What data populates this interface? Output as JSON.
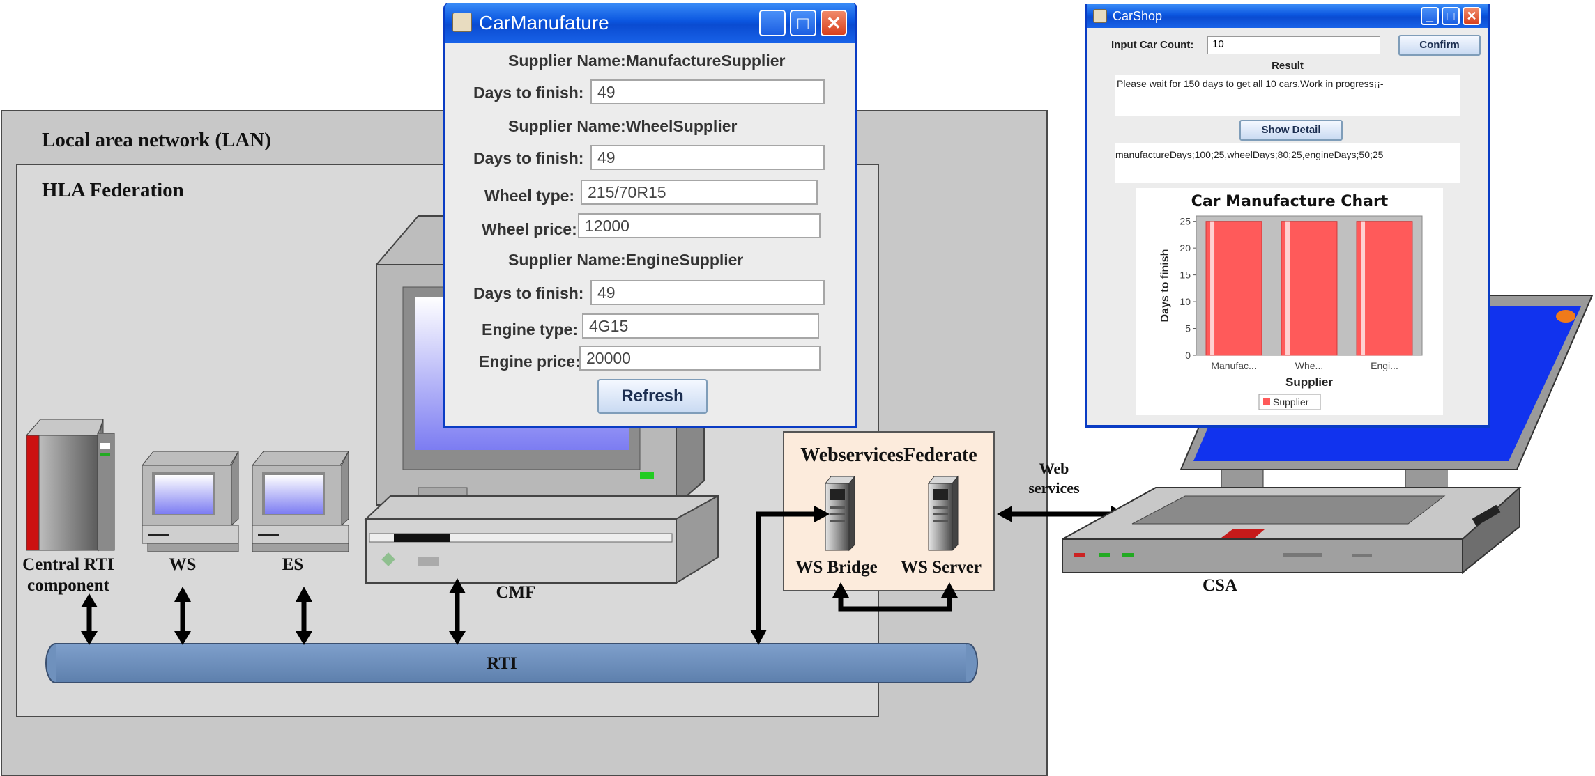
{
  "labels": {
    "lan": "Local area network (LAN)",
    "hla": "HLA Federation",
    "central_rti_line1": "Central RTI",
    "central_rti_line2": "component",
    "ws": "WS",
    "es": "ES",
    "cmf": "CMF",
    "rti": "RTI",
    "webservices_federate": "WebservicesFederate",
    "ws_bridge": "WS Bridge",
    "ws_server": "WS Server",
    "web_services_line1": "Web",
    "web_services_line2": "services",
    "csa": "CSA"
  },
  "car_manufature_window": {
    "title": "CarManufature",
    "minimize": "_",
    "maximize": "□",
    "close": "✕",
    "manufacture_supplier_heading": "Supplier Name:ManufactureSupplier",
    "manufacture_days_label": "Days to finish:",
    "manufacture_days_value": "49",
    "wheel_supplier_heading": "Supplier Name:WheelSupplier",
    "wheel_days_label": "Days to finish:",
    "wheel_days_value": "49",
    "wheel_type_label": "Wheel type:",
    "wheel_type_value": "215/70R15",
    "wheel_price_label": "Wheel price:",
    "wheel_price_value": "12000",
    "engine_supplier_heading": "Supplier Name:EngineSupplier",
    "engine_days_label": "Days to finish:",
    "engine_days_value": "49",
    "engine_type_label": "Engine type:",
    "engine_type_value": "4G15",
    "engine_price_label": "Engine price:",
    "engine_price_value": "20000",
    "refresh_label": "Refresh"
  },
  "car_shop_window": {
    "title": "CarShop",
    "minimize": "_",
    "maximize": "□",
    "close": "✕",
    "input_label": "Input Car Count:",
    "input_value": "10",
    "confirm_label": "Confirm",
    "result_heading": "Result",
    "result_text": "Please wait for 150 days to get all 10 cars.Work in progress¡¡-",
    "show_detail_label": "Show Detail",
    "detail_text": "manufactureDays;100;25,wheelDays;80;25,engineDays;50;25"
  },
  "chart_data": {
    "type": "bar",
    "title": "Car Manufacture Chart",
    "xlabel": "Supplier",
    "ylabel": "Days to finish",
    "categories": [
      "Manufac...",
      "Whe...",
      "Engi..."
    ],
    "series": [
      {
        "name": "Supplier",
        "values": [
          25,
          25,
          25
        ]
      }
    ],
    "ylim": [
      0,
      26
    ],
    "yticks": [
      0,
      5,
      10,
      15,
      20,
      25
    ],
    "bar_color": "#ff5a5a",
    "plot_background": "#c0c0c0",
    "legend_position": "bottom",
    "grid": false
  },
  "colors": {
    "lan_fill": "#c8c8c8",
    "hla_fill": "#d9d9d9",
    "rti_pipe": "#6f91bd",
    "federate_fill": "#fcebdc",
    "laptop_screen": "#1133ee",
    "titlebar": "#0a52dd"
  }
}
